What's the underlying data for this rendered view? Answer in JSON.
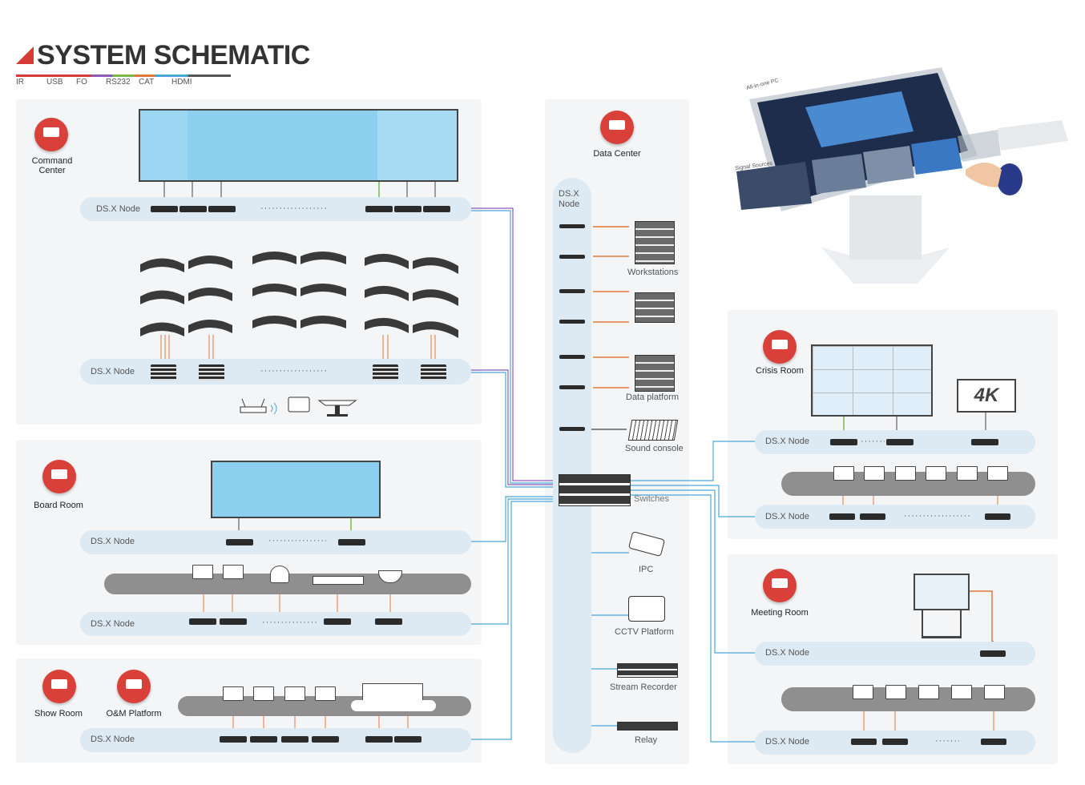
{
  "header": {
    "title": "SYSTEM SCHEMATIC",
    "legend": [
      {
        "label": "IR",
        "color": "#d63b36"
      },
      {
        "label": "USB",
        "color": "#d63b36"
      },
      {
        "label": "FO",
        "color": "#8c5ab8"
      },
      {
        "label": "RS232",
        "color": "#e07a3a"
      },
      {
        "label": "CAT",
        "color": "#4aa6d8"
      },
      {
        "label": "HDMI",
        "color": "#555555"
      }
    ]
  },
  "rooms": {
    "command_center": "Command\nCenter",
    "board_room": "Board Room",
    "show_room": "Show Room",
    "om_platform": "O&M Platform",
    "data_center": "Data Center",
    "crisis_room": "Crisis Room",
    "meeting_room": "Meeting Room"
  },
  "node_label": "DS.X Node",
  "node_label_stacked": "DS.X\nNode",
  "dots": "··················",
  "data_center_items": {
    "workstations": "Workstations",
    "data_platform": "Data platform",
    "sound_console": "Sound console",
    "switches": "Switches",
    "ipc": "IPC",
    "cctv": "CCTV Platform",
    "stream_recorder": "Stream Recorder",
    "relay": "Relay"
  },
  "hero": {
    "all_in_one_pc": "All-in-one PC",
    "signal_sources": "Signal Sources"
  },
  "tv_badge": "4K",
  "colors": {
    "accent": "#d63b36",
    "panel": "#f4f5f7",
    "strip": "#dde9f3",
    "screen": "#8ccfee",
    "line_blue": "#4aa6d8",
    "line_purple": "#8c5ab8"
  }
}
